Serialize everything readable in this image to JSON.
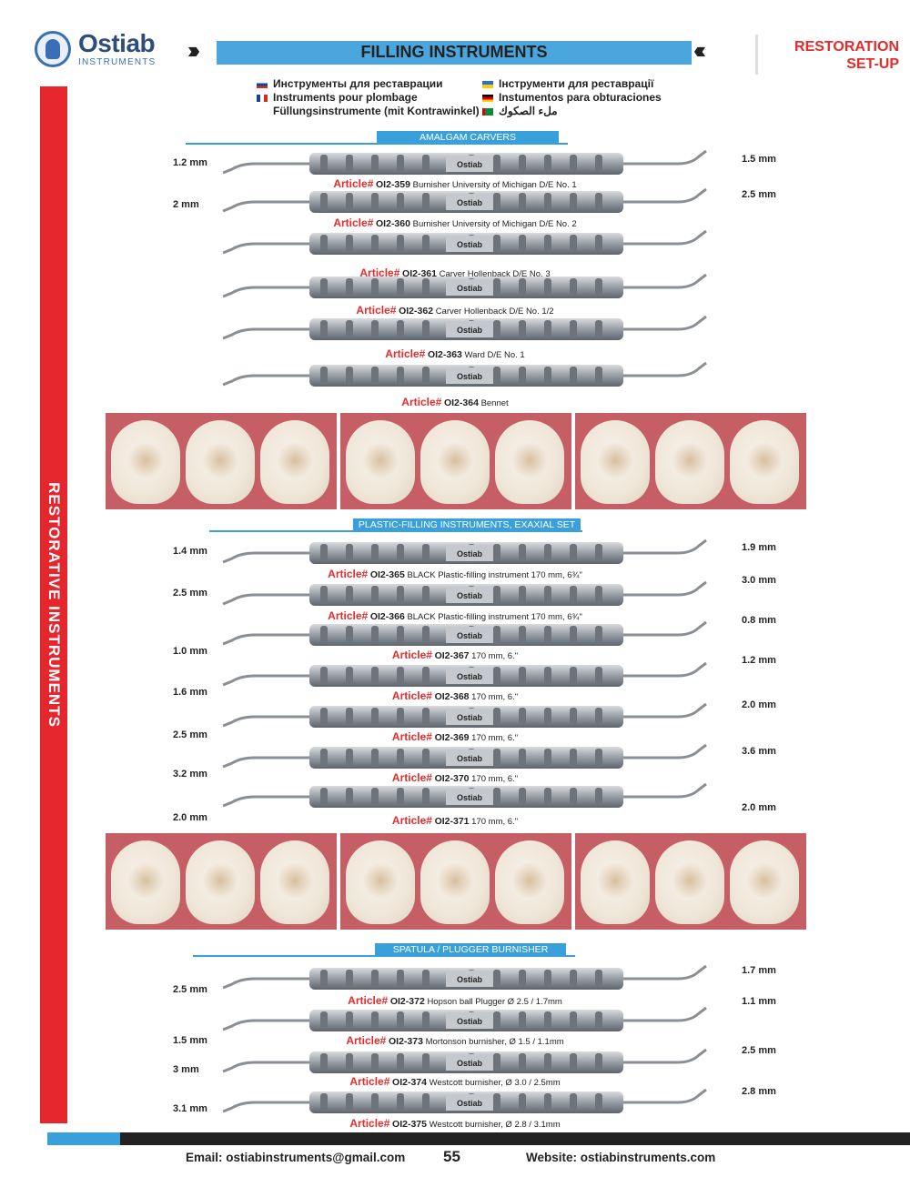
{
  "brand": {
    "name": "Ostiab",
    "sub": "INSTRUMENTS"
  },
  "header": {
    "title": "FILLING INSTRUMENTS",
    "tag_line1": "RESTORATION",
    "tag_line2": "SET-UP"
  },
  "languages": {
    "left": [
      "Инструменты для реставрации",
      "Instruments pour plombage",
      "Füllungsinstrumente (mit Kontrawinkel)"
    ],
    "right": [
      "Інструменти для реставрації",
      "Instumentos para obturaciones",
      "ملء الصكوك"
    ]
  },
  "side_label": "RESTORATIVE INSTRUMENTS",
  "sections": [
    {
      "title": "AMALGAM CARVERS",
      "items": [
        {
          "article_word": "Article#",
          "code": "OI2-359",
          "desc": "Burnisher University of Michigan D/E No. 1",
          "left_mm": "1.2 mm",
          "right_mm": "1.5 mm"
        },
        {
          "article_word": "Article#",
          "code": "OI2-360",
          "desc": "Burnisher University of Michigan D/E No. 2",
          "left_mm": "2 mm",
          "right_mm": "2.5 mm"
        },
        {
          "article_word": "Article#",
          "code": "OI2-361",
          "desc": "Carver Hollenback D/E No. 3"
        },
        {
          "article_word": "Article#",
          "code": "OI2-362",
          "desc": "Carver Hollenback D/E No. 1/2"
        },
        {
          "article_word": "Article#",
          "code": "OI2-363",
          "desc": "Ward D/E No. 1"
        },
        {
          "article_word": "Article#",
          "code": "OI2-364",
          "desc": "Bennet"
        }
      ]
    },
    {
      "title": "PLASTIC-FILLING INSTRUMENTS, EXAXIAL SET",
      "items": [
        {
          "article_word": "Article#",
          "code": "OI2-365",
          "desc": "BLACK Plastic-filling instrument 170 mm, 6¾\"",
          "left_mm": "1.4 mm",
          "right_mm": "1.9 mm"
        },
        {
          "article_word": "Article#",
          "code": "OI2-366",
          "desc": "BLACK Plastic-filling instrument 170 mm, 6¾\"",
          "left_mm": "2.5 mm",
          "right_mm": "3.0 mm"
        },
        {
          "article_word": "Article#",
          "code": "OI2-367",
          "desc": "170 mm, 6.\"",
          "left_mm": "1.0 mm",
          "right_mm": "0.8 mm"
        },
        {
          "article_word": "Article#",
          "code": "OI2-368",
          "desc": "170 mm, 6.\"",
          "left_mm": "1.6 mm",
          "right_mm": "1.2 mm"
        },
        {
          "article_word": "Article#",
          "code": "OI2-369",
          "desc": "170 mm, 6.\"",
          "left_mm": "2.5 mm",
          "right_mm": "2.0 mm"
        },
        {
          "article_word": "Article#",
          "code": "OI2-370",
          "desc": "170 mm, 6.\"",
          "left_mm": "3.2 mm",
          "right_mm": "3.6 mm"
        },
        {
          "article_word": "Article#",
          "code": "OI2-371",
          "desc": "170 mm, 6.\"",
          "left_mm": "2.0 mm",
          "right_mm": "2.0 mm"
        }
      ]
    },
    {
      "title": "SPATULA / PLUGGER BURNISHER",
      "items": [
        {
          "article_word": "Article#",
          "code": "OI2-372",
          "desc": "Hopson ball Plugger Ø 2.5 / 1.7mm",
          "left_mm": "2.5 mm",
          "right_mm": "1.7 mm"
        },
        {
          "article_word": "Article#",
          "code": "OI2-373",
          "desc": "Mortonson burnisher, Ø 1.5 / 1.1mm",
          "left_mm": "1.5 mm",
          "right_mm": "1.1 mm"
        },
        {
          "article_word": "Article#",
          "code": "OI2-374",
          "desc": "Westcott burnisher, Ø 3.0 / 2.5mm",
          "left_mm": "3 mm",
          "right_mm": "2.5 mm"
        },
        {
          "article_word": "Article#",
          "code": "OI2-375",
          "desc": "Westcott burnisher, Ø 2.8 / 3.1mm",
          "left_mm": "3.1 mm",
          "right_mm": "2.8 mm"
        }
      ]
    }
  ],
  "footer": {
    "email": "Email: ostiabinstruments@gmail.com",
    "page": "55",
    "website": "Website: ostiabinstruments.com"
  },
  "colors": {
    "accent_blue": "#3aa0dc",
    "accent_red": "#e52b2b",
    "side_red": "#e5262c",
    "dark": "#222222"
  }
}
